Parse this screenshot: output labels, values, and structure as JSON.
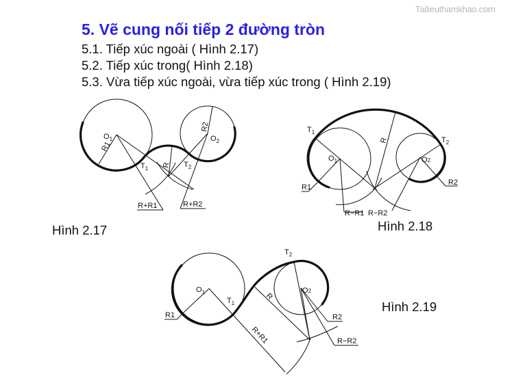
{
  "watermark": "Tailieuthamkhao.com",
  "title": "5. Vẽ cung nối tiếp 2 đường tròn",
  "items": [
    "5.1. Tiếp xúc ngoài ( Hình 2.17)",
    "5.2. Tiếp xúc trong( Hình 2.18)",
    "5.3. Vừa tiếp xúc ngoài, vừa tiếp xúc trong ( Hình 2.19)"
  ],
  "figures": [
    {
      "caption": "Hình 2.17",
      "labels": {
        "O1": {
          "main": "O",
          "sub": "1"
        },
        "O2": {
          "main": "O",
          "sub": "2"
        },
        "T1": {
          "main": "T",
          "sub": "1"
        },
        "T2": {
          "main": "T",
          "sub": "2"
        },
        "R1": "R1",
        "R2": "R2",
        "R": "R",
        "RR1": "R+R1",
        "RR2": "R+R2"
      }
    },
    {
      "caption": "Hình 2.18",
      "labels": {
        "O1": {
          "main": "O",
          "sub": "1"
        },
        "O2": {
          "main": "O",
          "sub": "2"
        },
        "T1": {
          "main": "T",
          "sub": "1"
        },
        "T2": {
          "main": "T",
          "sub": "2"
        },
        "R1": "R1",
        "R2": "R2",
        "R": "R",
        "RR1": "R−R1",
        "RR2": "R−R2"
      }
    },
    {
      "caption": "Hình 2.19",
      "labels": {
        "O1": {
          "main": "O",
          "sub": "1"
        },
        "O2": {
          "main": "O",
          "sub": "2"
        },
        "T1": {
          "main": "T",
          "sub": "1"
        },
        "T2": {
          "main": "T",
          "sub": "2"
        },
        "R1": "R1",
        "R2": "R2",
        "R": "R",
        "RR1": "R+R1",
        "RR2": "R−R2"
      }
    }
  ],
  "colors": {
    "title": "#2b20e0",
    "watermark": "#b8b8b8",
    "ink": "#111111"
  }
}
